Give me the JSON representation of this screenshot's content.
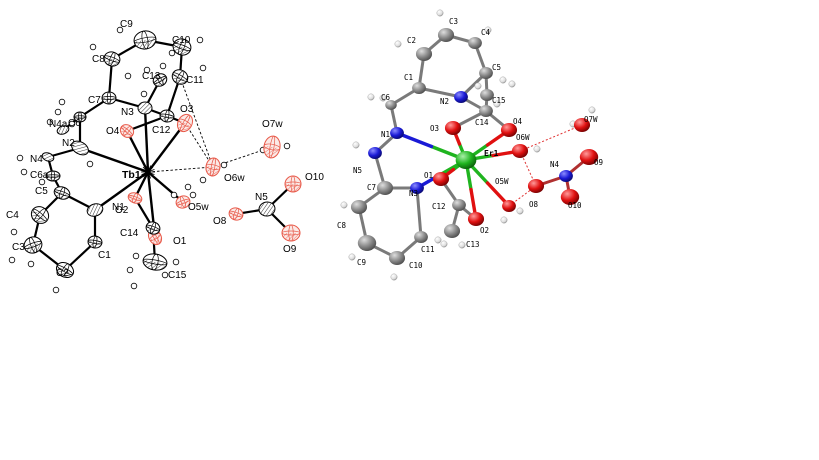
{
  "left": {
    "atoms": [
      {
        "id": "Tb1",
        "el": "Tb",
        "label": "Tb1"
      },
      {
        "id": "N1",
        "el": "N",
        "label": "N1"
      },
      {
        "id": "N2",
        "el": "N",
        "label": "N2"
      },
      {
        "id": "N3",
        "el": "N",
        "label": "N3"
      },
      {
        "id": "N4",
        "el": "N",
        "label": "N4"
      },
      {
        "id": "N4a",
        "el": "N",
        "label": "N4a"
      },
      {
        "id": "N5",
        "el": "N",
        "label": "N5"
      },
      {
        "id": "O1",
        "el": "O",
        "label": "O1"
      },
      {
        "id": "O2",
        "el": "O",
        "label": "O2"
      },
      {
        "id": "O3",
        "el": "O",
        "label": "O3"
      },
      {
        "id": "O4",
        "el": "O",
        "label": "O4"
      },
      {
        "id": "O5w",
        "el": "O",
        "label": "O5w"
      },
      {
        "id": "O6w",
        "el": "O",
        "label": "O6w"
      },
      {
        "id": "O7w",
        "el": "O",
        "label": "O7w"
      },
      {
        "id": "O8",
        "el": "O",
        "label": "O8"
      },
      {
        "id": "O9",
        "el": "O",
        "label": "O9"
      },
      {
        "id": "O10",
        "el": "O",
        "label": "O10"
      },
      {
        "id": "C1",
        "el": "C",
        "label": "C1"
      },
      {
        "id": "C2",
        "el": "C",
        "label": "C2"
      },
      {
        "id": "C3",
        "el": "C",
        "label": "C3"
      },
      {
        "id": "C4",
        "el": "C",
        "label": "C4"
      },
      {
        "id": "C5",
        "el": "C",
        "label": "C5"
      },
      {
        "id": "C6",
        "el": "C",
        "label": "C6"
      },
      {
        "id": "C6a",
        "el": "C",
        "label": "C6a"
      },
      {
        "id": "C7",
        "el": "C",
        "label": "C7"
      },
      {
        "id": "C8",
        "el": "C",
        "label": "C8"
      },
      {
        "id": "C9",
        "el": "C",
        "label": "C9"
      },
      {
        "id": "C10",
        "el": "C",
        "label": "C10"
      },
      {
        "id": "C11",
        "el": "C",
        "label": "C11"
      },
      {
        "id": "C12",
        "el": "C",
        "label": "C12"
      },
      {
        "id": "C13",
        "el": "C",
        "label": "C13"
      },
      {
        "id": "C14",
        "el": "C",
        "label": "C14"
      },
      {
        "id": "C15",
        "el": "C",
        "label": "C15"
      }
    ]
  },
  "right": {
    "atoms": [
      {
        "id": "Er1",
        "el": "Er",
        "label": "Er1"
      },
      {
        "id": "N1",
        "el": "N",
        "label": "N1"
      },
      {
        "id": "N2",
        "el": "N",
        "label": "N2"
      },
      {
        "id": "N3",
        "el": "N",
        "label": "N3"
      },
      {
        "id": "N4",
        "el": "N",
        "label": "N4"
      },
      {
        "id": "N5",
        "el": "N",
        "label": "N5"
      },
      {
        "id": "O1",
        "el": "O",
        "label": "O1"
      },
      {
        "id": "O2",
        "el": "O",
        "label": "O2"
      },
      {
        "id": "O3",
        "el": "O",
        "label": "O3"
      },
      {
        "id": "O4",
        "el": "O",
        "label": "O4"
      },
      {
        "id": "O5W",
        "el": "O",
        "label": "O5W"
      },
      {
        "id": "O6W",
        "el": "O",
        "label": "O6W"
      },
      {
        "id": "O7W",
        "el": "O",
        "label": "O7W"
      },
      {
        "id": "O8",
        "el": "O",
        "label": "O8"
      },
      {
        "id": "O9",
        "el": "O",
        "label": "O9"
      },
      {
        "id": "O10",
        "el": "O",
        "label": "O10"
      },
      {
        "id": "C1",
        "el": "C",
        "label": "C1"
      },
      {
        "id": "C2",
        "el": "C",
        "label": "C2"
      },
      {
        "id": "C3",
        "el": "C",
        "label": "C3"
      },
      {
        "id": "C4",
        "el": "C",
        "label": "C4"
      },
      {
        "id": "C5",
        "el": "C",
        "label": "C5"
      },
      {
        "id": "C6",
        "el": "C",
        "label": "C6"
      },
      {
        "id": "C7",
        "el": "C",
        "label": "C7"
      },
      {
        "id": "C8",
        "el": "C",
        "label": "C8"
      },
      {
        "id": "C9",
        "el": "C",
        "label": "C9"
      },
      {
        "id": "C10",
        "el": "C",
        "label": "C10"
      },
      {
        "id": "C11",
        "el": "C",
        "label": "C11"
      },
      {
        "id": "C12",
        "el": "C",
        "label": "C12"
      },
      {
        "id": "C13",
        "el": "C",
        "label": "C13"
      },
      {
        "id": "C14",
        "el": "C",
        "label": "C14"
      },
      {
        "id": "C15",
        "el": "C",
        "label": "C15"
      }
    ]
  },
  "colors": {
    "carbon": "#8a8a8a",
    "nitrogen": "#1a1ad6",
    "oxygen": "#e01010",
    "erbium": "#1fb41f",
    "hydrogen": "#e6e6e6",
    "outline": "#000000",
    "left_oxygen": "#e85a4a",
    "hbond_right": "#e03030"
  },
  "icons": {
    "ellipsoid": "thermal-ellipsoid-icon",
    "hydrogen": "hydrogen-sphere-icon"
  }
}
